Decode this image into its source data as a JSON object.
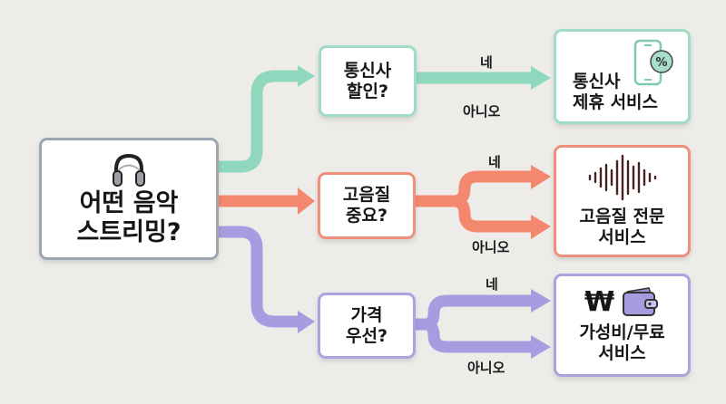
{
  "start": {
    "line1": "어떤 음악",
    "line2": "스트리밍?",
    "icon": "headphones-icon"
  },
  "questions": [
    {
      "line1": "통신사",
      "line2": "할인?"
    },
    {
      "line1": "고음질",
      "line2": "중요?"
    },
    {
      "line1": "가격",
      "line2": "우선?"
    }
  ],
  "results": [
    {
      "line1": "통신사",
      "line2": "제휴 서비스",
      "icon": "phone-discount-icon"
    },
    {
      "line1": "고음질 전문",
      "line2": "서비스",
      "icon": "sound-wave-icon"
    },
    {
      "line1": "가성비/무료",
      "line2": "서비스",
      "icon": "won-wallet-icon",
      "won_symbol": "₩"
    }
  ],
  "branch_labels": {
    "yes": "네",
    "no": "아니오"
  },
  "colors": {
    "green": "#8fd8bd",
    "coral": "#f3886f",
    "purple": "#a79ce0",
    "gray": "#9ba6b1"
  }
}
